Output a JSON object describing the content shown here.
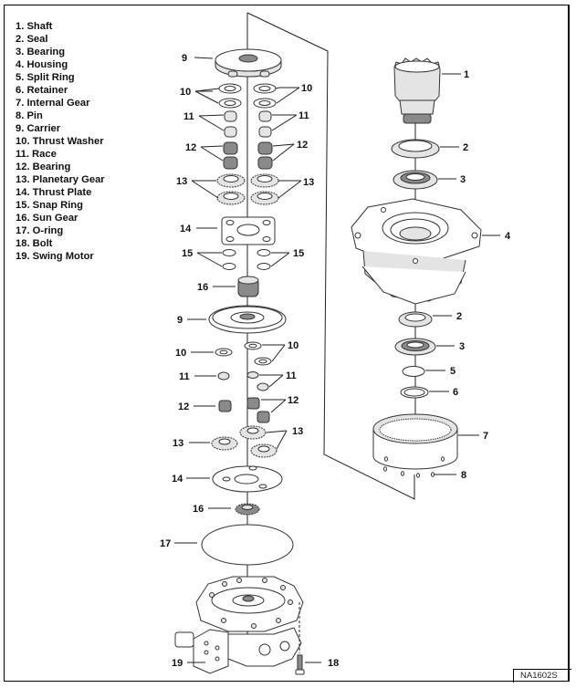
{
  "parts_list": [
    "1. Shaft",
    "2. Seal",
    "3. Bearing",
    "4. Housing",
    "5. Split Ring",
    "6. Retainer",
    "7. Internal Gear",
    "8. Pin",
    "9. Carrier",
    "10. Thrust Washer",
    "11. Race",
    "12. Bearing",
    "13. Planetary Gear",
    "14. Thrust Plate",
    "15. Snap Ring",
    "16. Sun Gear",
    "17. O-ring",
    "18. Bolt",
    "19. Swing Motor"
  ],
  "callouts": {
    "c9a": "9",
    "c10a_l": "10",
    "c10a_r": "10",
    "c11a_l": "11",
    "c11a_r": "11",
    "c12a_l": "12",
    "c12a_r": "12",
    "c13a_l": "13",
    "c13a_r": "13",
    "c14a": "14",
    "c15_l": "15",
    "c15_r": "15",
    "c16a": "16",
    "c9b": "9",
    "c10b_l": "10",
    "c10b_r": "10",
    "c11b_l": "11",
    "c11b_r": "11",
    "c12b_l": "12",
    "c12b_r": "12",
    "c13b_l": "13",
    "c13b_r": "13",
    "c14b": "14",
    "c16b": "16",
    "c17": "17",
    "c19": "19",
    "c18": "18",
    "c1": "1",
    "c2a": "2",
    "c3a": "3",
    "c4": "4",
    "c2b": "2",
    "c3b": "3",
    "c5": "5",
    "c6": "6",
    "c7": "7",
    "c8": "8"
  },
  "figure_code": "NA1602S"
}
